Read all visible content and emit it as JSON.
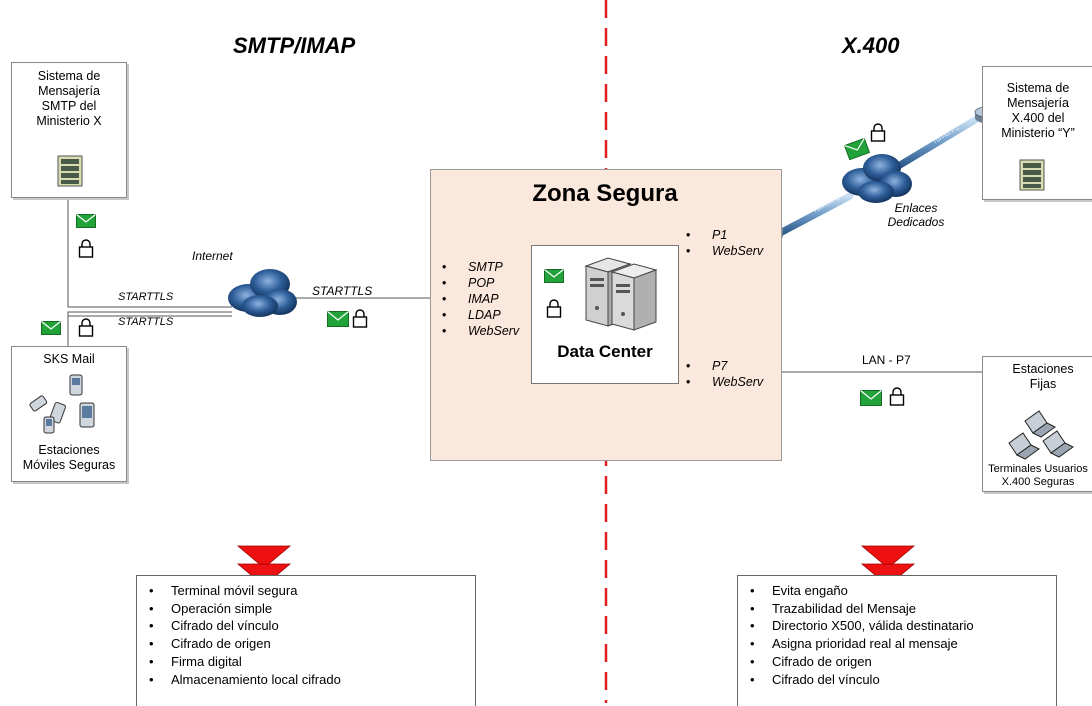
{
  "headings": {
    "left": "SMTP/IMAP",
    "right": "X.400"
  },
  "ministry_x": {
    "lines": [
      "Sistema de",
      "Mensajería",
      "SMTP del",
      "Ministerio X"
    ]
  },
  "ministry_y": {
    "lines": [
      "Sistema de",
      "Mensajería",
      "X.400 del",
      "Ministerio “Y”"
    ]
  },
  "sks": {
    "title": "SKS Mail",
    "subtitle_lines": [
      "Estaciones",
      "Móviles Seguras"
    ]
  },
  "fixed": {
    "title_lines": [
      "Estaciones",
      "Fijas"
    ],
    "caption_lines": [
      "Terminales Usuarios",
      "X.400 Seguras"
    ]
  },
  "internet_label": "Internet",
  "starttls": [
    "STARTTLS",
    "STARTTLS",
    "STARTTLS"
  ],
  "zone": {
    "title": "Zona Segura",
    "datacenter": "Data Center",
    "protocols": [
      "SMTP",
      "POP",
      "IMAP",
      "LDAP",
      "WebServ"
    ],
    "p1_list": [
      "P1",
      "WebServ"
    ],
    "p7_list": [
      "P7",
      "WebServ"
    ]
  },
  "links": {
    "dedicated_lines": [
      "Enlaces",
      "Dedicados"
    ],
    "lan_label": "LAN - P7",
    "tunnel_label": "Tunnel P1"
  },
  "left_features": [
    "Terminal móvil segura",
    "Operación simple",
    "Cifrado del vínculo",
    "Cifrado de origen",
    "Firma digital",
    "Almacenamiento local cifrado"
  ],
  "right_features": [
    "Evita engaño",
    "Trazabilidad del Mensaje",
    "Directorio X500, válida destinatario",
    "Asigna prioridad real al mensaje",
    "Cifrado de origen",
    "Cifrado del vínculo"
  ],
  "colors": {
    "zone_fill": "#fbe8dc",
    "divider": "#e02020",
    "arrow": "#ee1111",
    "envelope": "#22a33a",
    "cloud": "#2f5f9a"
  }
}
